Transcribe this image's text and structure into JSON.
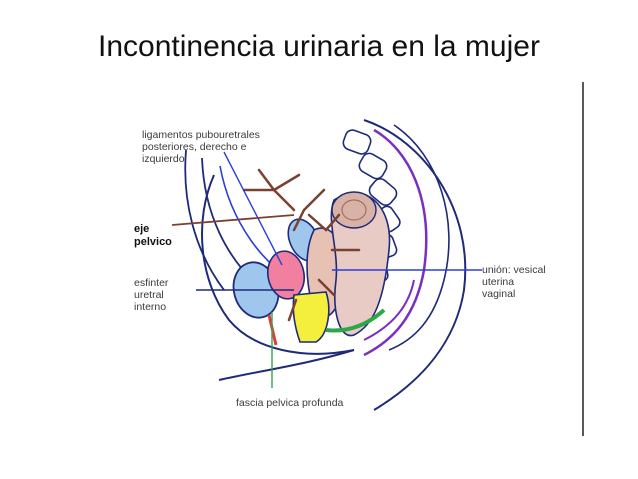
{
  "slide": {
    "title": "Incontinencia urinaria en la mujer"
  },
  "diagram": {
    "labels": {
      "ligamentos_line1": "ligamentos pubouretrales",
      "ligamentos_line2": "posteriores, derecho e",
      "ligamentos_line3": "izquierdo",
      "eje_line1": "eje",
      "eje_line2": "pelvico",
      "esfinter_line1": "esfinter",
      "esfinter_line2": "uretral",
      "esfinter_line3": "interno",
      "union_line1": "unión: vesical",
      "union_line2": "uterina",
      "union_line3": "vaginal",
      "fascia": "fascia pelvica profunda"
    },
    "colors": {
      "outline": "#1f2a78",
      "purple": "#7b2fbf",
      "blue": "#2b3fd8",
      "bladder": "#9fc6ec",
      "uterus_pink": "#f07fa0",
      "rectum": "#c9a49a",
      "yellow": "#f4ee3c",
      "green": "#2ea64a",
      "arrow": "#7a4032"
    }
  }
}
